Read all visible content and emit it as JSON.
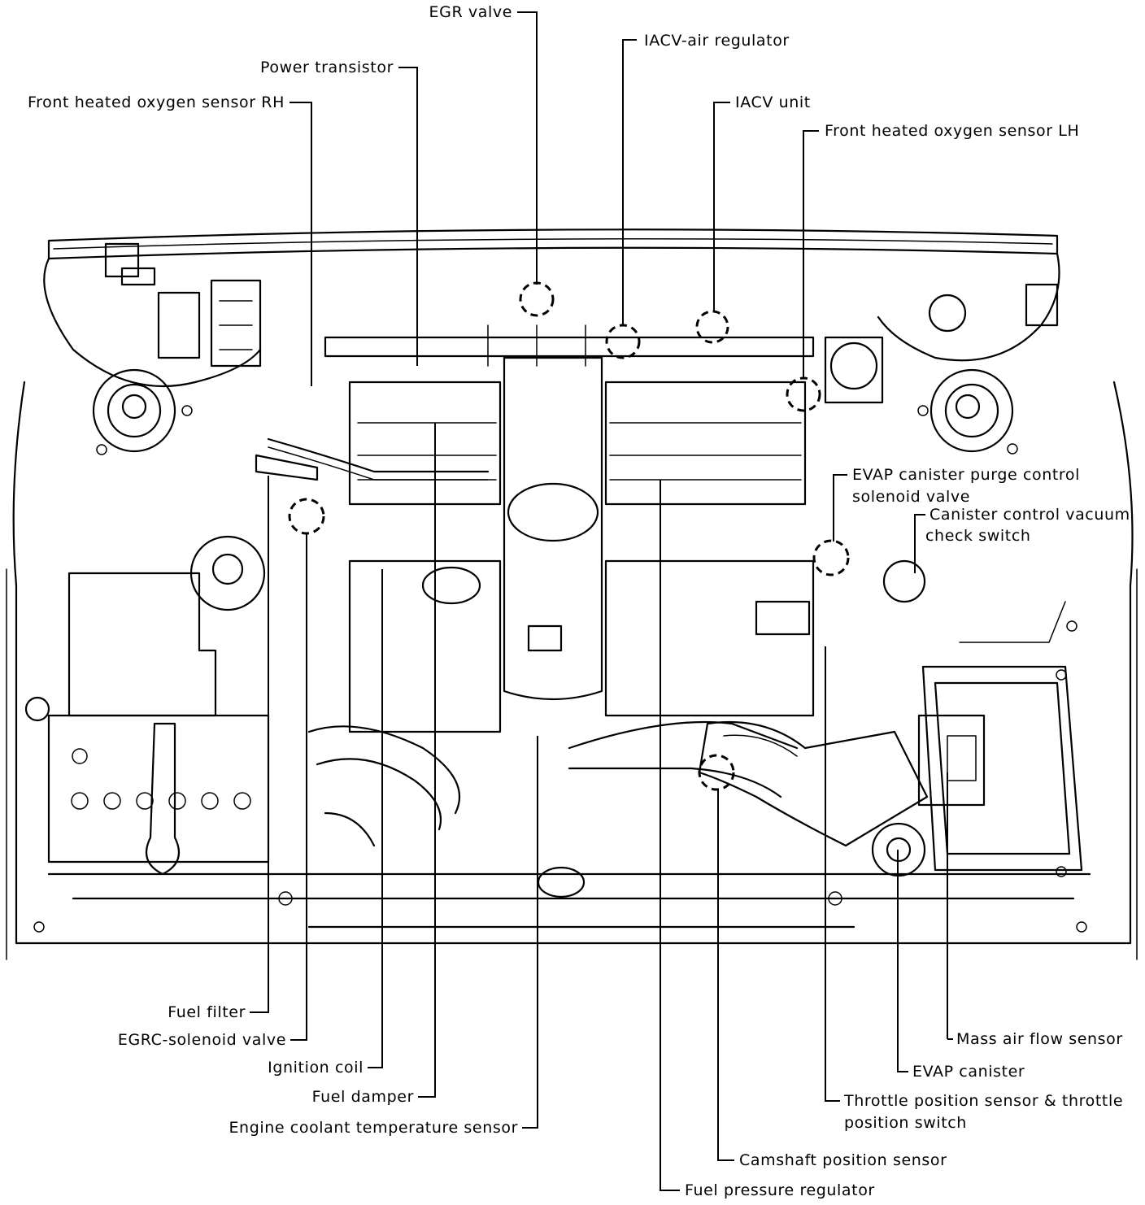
{
  "labels": {
    "egr_valve": "EGR valve",
    "iacv_air_regulator": "IACV-air regulator",
    "power_transistor": "Power transistor",
    "front_ho2s_rh": "Front heated oxygen sensor RH",
    "iacv_unit": "IACV unit",
    "front_ho2s_lh": "Front heated oxygen sensor LH",
    "evap_purge_1": "EVAP canister purge control",
    "evap_purge_2": "solenoid valve",
    "canister_vac_1": "Canister control vacuum",
    "canister_vac_2": "check switch",
    "fuel_filter": "Fuel filter",
    "egrc_solenoid": "EGRC-solenoid valve",
    "ignition_coil": "Ignition coil",
    "fuel_damper": "Fuel damper",
    "ect_sensor": "Engine coolant temperature sensor",
    "maf_sensor": "Mass air flow sensor",
    "evap_canister": "EVAP canister",
    "tps_1": "Throttle position sensor & throttle",
    "tps_2": "position switch",
    "camshaft_sensor": "Camshaft position sensor",
    "fuel_pressure_regulator": "Fuel pressure regulator"
  }
}
